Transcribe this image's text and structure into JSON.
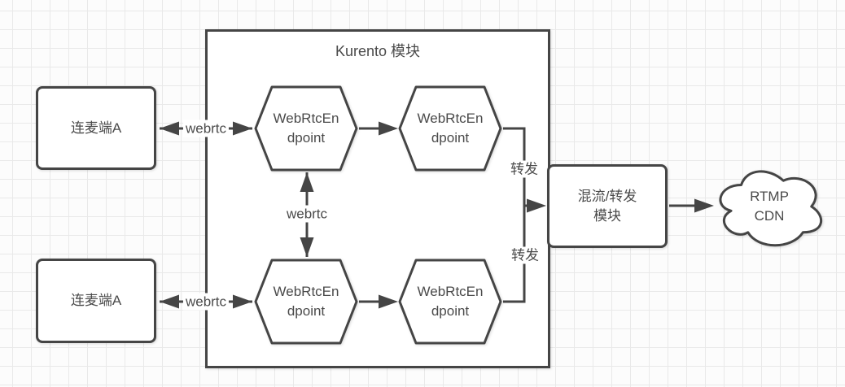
{
  "kurento": {
    "title": "Kurento 模块"
  },
  "clients": [
    {
      "label": "连麦端A"
    },
    {
      "label": "连麦端A"
    }
  ],
  "endpoints": [
    {
      "line1": "WebRtcEn",
      "line2": "dpoint"
    },
    {
      "line1": "WebRtcEn",
      "line2": "dpoint"
    },
    {
      "line1": "WebRtcEn",
      "line2": "dpoint"
    },
    {
      "line1": "WebRtcEn",
      "line2": "dpoint"
    }
  ],
  "mixer": {
    "line1": "混流/转发",
    "line2": "模块"
  },
  "cdn": {
    "line1": "RTMP",
    "line2": "CDN"
  },
  "labels": {
    "webrtc_top": "webrtc",
    "webrtc_mid": "webrtc",
    "webrtc_bottom": "webrtc",
    "forward_top": "转发",
    "forward_bottom": "转发"
  },
  "colors": {
    "stroke": "#454545",
    "text": "#4a4a4a",
    "fill": "#ffffff",
    "grid": "#e9e9e9",
    "bg": "#fcfcfc"
  }
}
